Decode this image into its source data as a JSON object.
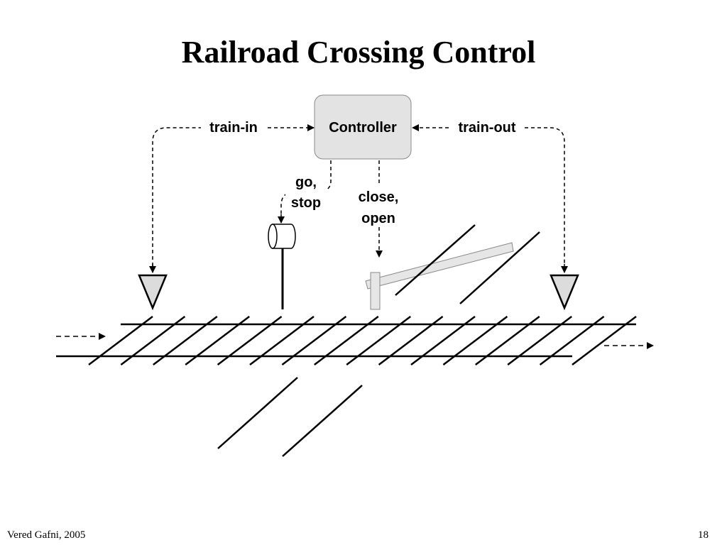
{
  "slide": {
    "title": "Railroad Crossing Control",
    "footer_author": "Vered Gafni, 2005",
    "page_number": "18"
  },
  "diagram": {
    "controller_label": "Controller",
    "train_in_label": "train-in",
    "train_out_label": "train-out",
    "signal_command_line1": "go,",
    "signal_command_line2": "stop",
    "gate_command_line1": "close,",
    "gate_command_line2": "open"
  },
  "colors": {
    "controller_fill": "#e3e3e3",
    "sensor_fill": "#dcdcdc",
    "gate_fill": "#e6e6e6",
    "line": "#000000"
  },
  "icons": [
    "train-in-sensor-icon",
    "train-out-sensor-icon",
    "traffic-signal-icon",
    "crossing-gate-icon"
  ]
}
